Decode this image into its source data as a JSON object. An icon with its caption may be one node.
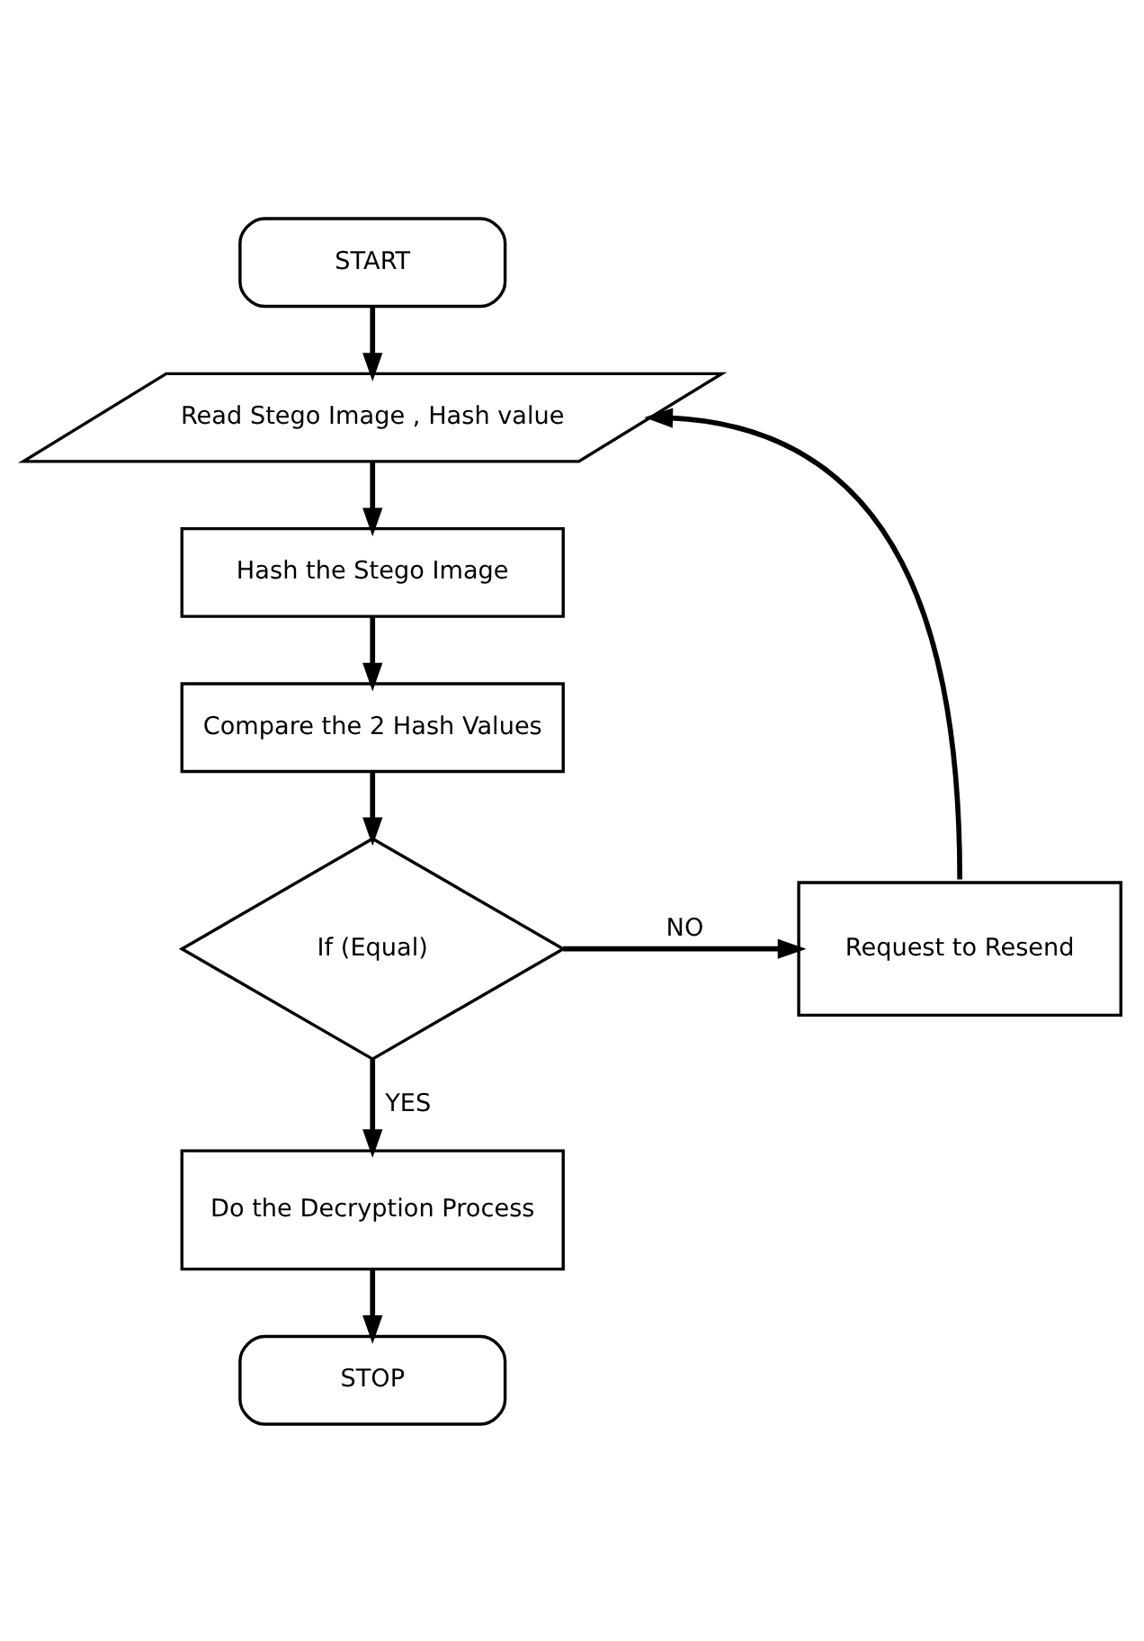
{
  "diagram": {
    "nodes": [
      {
        "text": [
          "START"
        ]
      },
      {
        "text": [
          "Read Stego Image , Hash value"
        ]
      },
      {
        "text": [
          "Hash the Stego Image"
        ]
      },
      {
        "text": [
          "Compare the 2 Hash Values"
        ]
      },
      {
        "text": [
          "If (Equal)"
        ]
      },
      {
        "text": [
          "Request to Resend"
        ]
      },
      {
        "text": [
          "Do the Decryption Process"
        ]
      },
      {
        "text": [
          "STOP"
        ]
      }
    ],
    "edges": [
      {
        "from": 0,
        "to": 1,
        "arrow": "to"
      },
      {
        "from": 1,
        "to": 2,
        "arrow": "to"
      },
      {
        "from": 2,
        "to": 3,
        "arrow": "to"
      },
      {
        "from": 3,
        "to": 4,
        "arrow": "to"
      },
      {
        "from": 4,
        "to": 5,
        "arrow": "to",
        "label": "NO"
      },
      {
        "from": 5,
        "to": 1,
        "arrow": "to"
      },
      {
        "from": 4,
        "to": 6,
        "arrow": "to",
        "label": "YES"
      },
      {
        "from": 6,
        "to": 7,
        "arrow": "to"
      }
    ]
  }
}
